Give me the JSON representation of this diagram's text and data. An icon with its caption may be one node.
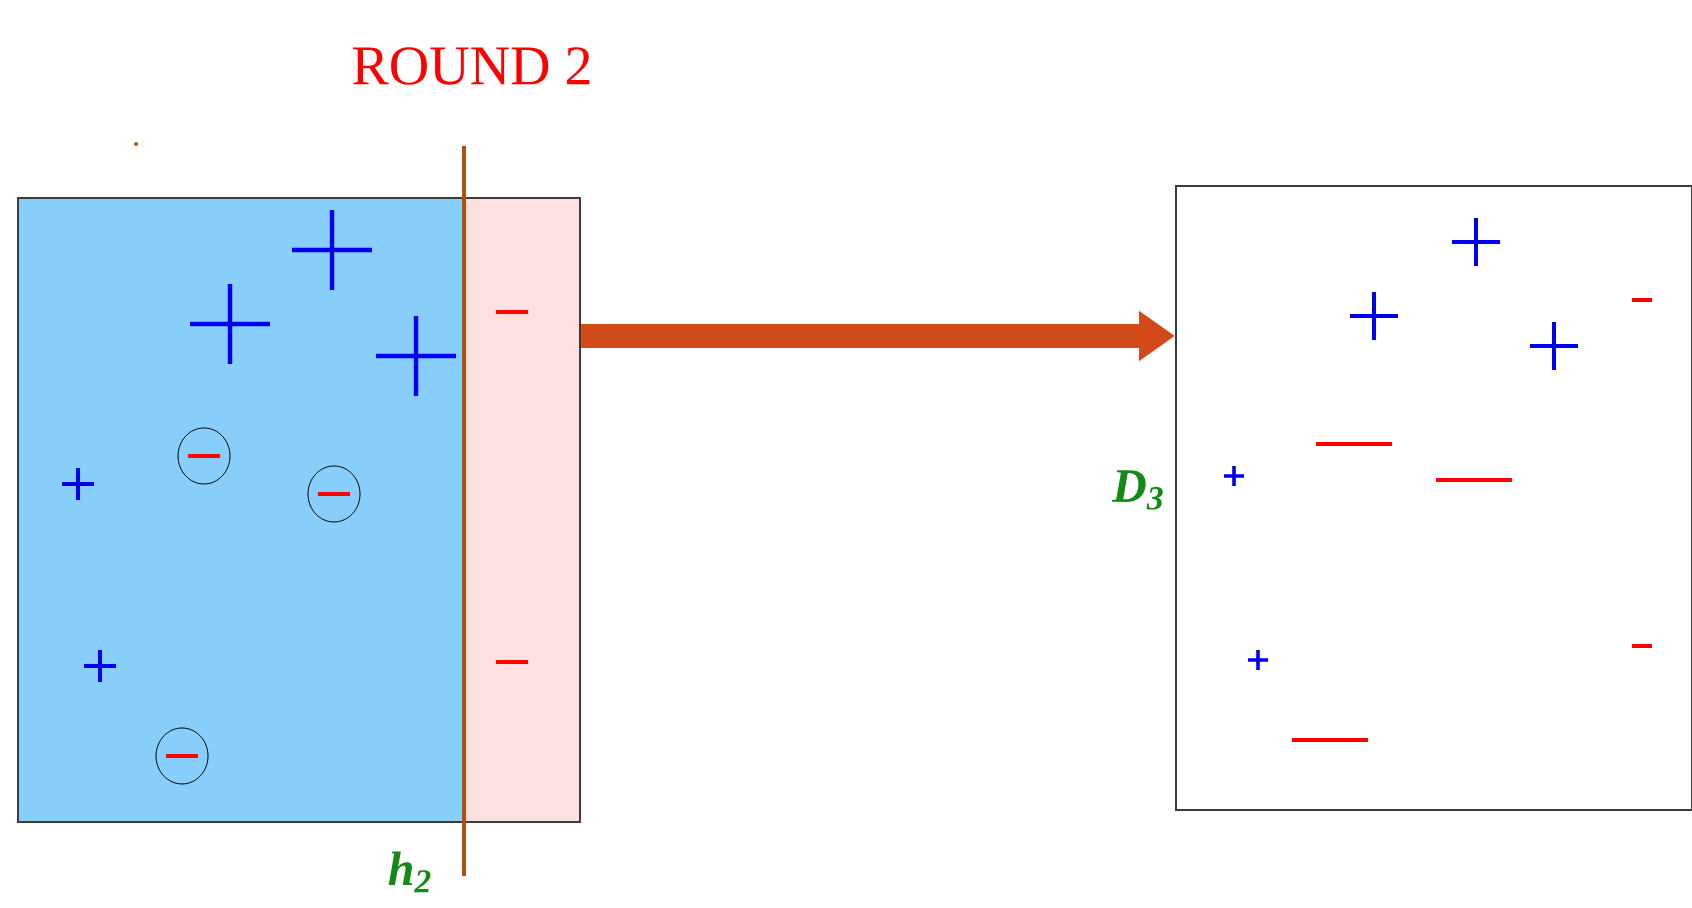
{
  "diagram": {
    "title": "ROUND 2",
    "nodes": [
      {
        "text": [],
        "shape": "box"
      },
      {
        "text": [],
        "shape": "box",
        "beside": [
          "D$_{3}$"
        ]
      }
    ],
    "edges": [
      {
        "from": 0,
        "to": 1,
        "arrow": "to"
      }
    ],
    "labels": [
      "h$_{2}$"
    ]
  }
}
